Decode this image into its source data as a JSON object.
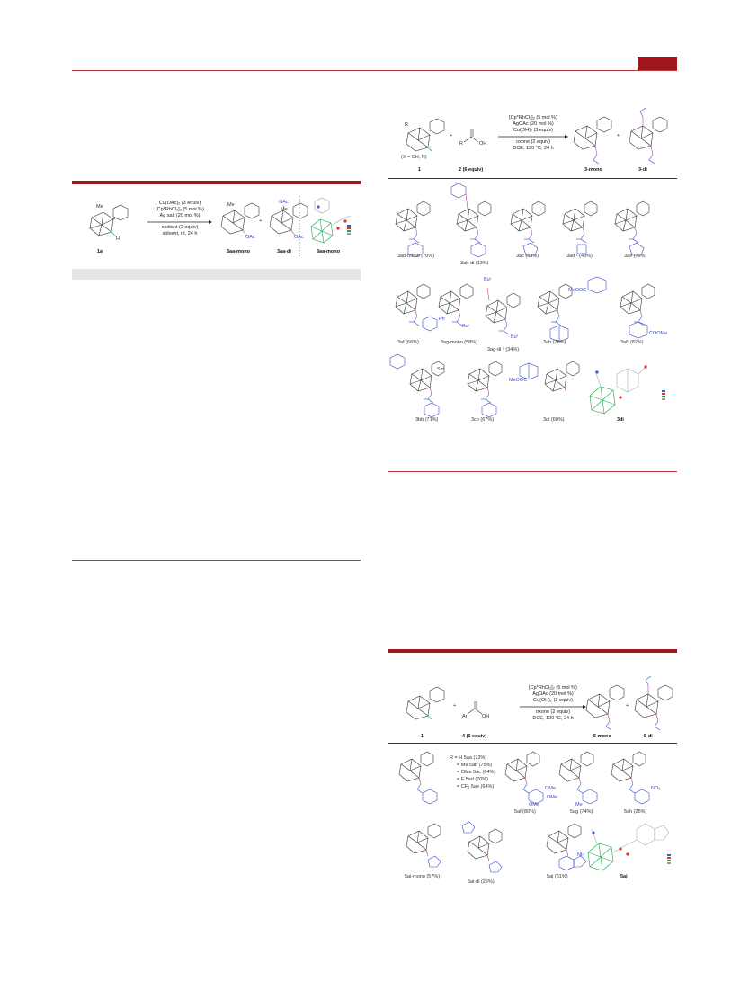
{
  "table1": {
    "reagents": [
      "Cu(OAc)₂ (3 equiv)",
      "[Cp*RhCl₂]₂ (5 mol %)",
      "Ag salt (20 mol %)"
    ],
    "conditions": [
      "oxidant (2 equiv)",
      "solvent, r.t. 24 h"
    ],
    "substrate_label": "1a",
    "sub_me": "Me",
    "sub_h": "H",
    "product_mono": "3aa-mono",
    "product_di": "3aa-di",
    "product_xray": "3aa-mono",
    "oac": "OAc",
    "me": "Me",
    "plus": "+"
  },
  "scheme2": {
    "reagents": [
      "[Cp*RhCl₂]₂ (5 mol %)",
      "AgOAc (20 mol %)",
      "Cu(OH)₂ (3 equiv)"
    ],
    "conditions": [
      "oxone (2 equiv)",
      "DCE, 120 °C, 24 h"
    ],
    "x_label": "(X = CH, N)",
    "label_1": "1",
    "label_2": "2 (6 equiv)",
    "label_mono": "3-mono",
    "label_di": "3-di",
    "oh": "OH",
    "r": "R",
    "plus": "+",
    "products_row1": [
      "3ab-mono (76%)",
      "3ab-di (13%)",
      "3ac (63%)",
      "3ad ᶜ (48%)",
      "3ae (72%)"
    ],
    "products_row2": [
      "3af (66%)",
      "3ag-mono (58%)",
      "3ag-di ᵈ (34%)",
      "3ah (78%)",
      "3aiᵇ (82%)"
    ],
    "products_row3": [
      "3bb (71%)",
      "3cb (67%)",
      "3di (60%)",
      "3di"
    ],
    "group_labels": {
      "ph": "Ph",
      "bu": "Buᵗ",
      "meooc": "MeOOC",
      "coome": "COOMe",
      "sm": "Sm"
    }
  },
  "scheme3": {
    "reagents": [
      "[Cp*RhCl₂]₂ (5 mol %)",
      "AgOAc (20 mol %)",
      "Cu(OH)₂ (3 equiv)"
    ],
    "conditions": [
      "oxone (2 equiv)",
      "DCE, 120 °C, 24 h"
    ],
    "label_1": "1",
    "label_4": "4 (6 equiv)",
    "label_mono": "5-mono",
    "label_di": "5-di",
    "ar": "Ar",
    "oh": "OH",
    "plus": "+",
    "substituents": [
      "R = H 5aa (73%)",
      "= Me 5ab (75%)",
      "= OMe 5ac (64%)",
      "= F 5ad (70%)",
      "= CF₃ 5ae (64%)"
    ],
    "products_row1": [
      "5af (80%)",
      "5ag (74%)",
      "5ah (25%)"
    ],
    "products_row2": [
      "5ai-mono (57%)",
      "5ai-di (25%)",
      "5aj (61%)",
      "5aj"
    ],
    "group_labels": {
      "ome": "OMe",
      "no2": "NO₂",
      "me": "Me",
      "nh": "NH"
    }
  }
}
